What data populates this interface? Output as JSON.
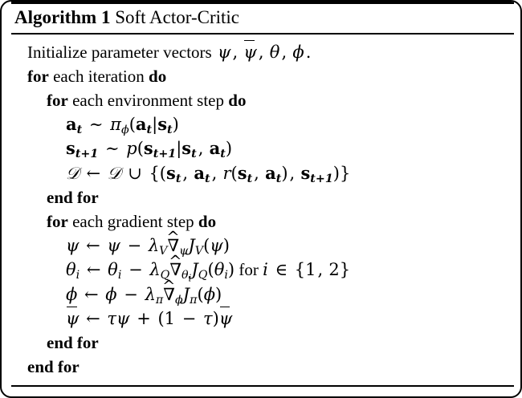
{
  "document": {
    "type": "algorithm-pseudocode-block",
    "title_label": "Algorithm 1",
    "title_name": "Soft Actor-Critic",
    "rules": {
      "top": "thick",
      "after_title": "thin",
      "bottom": "thin"
    }
  },
  "steps": [
    {
      "id": "init",
      "indent": 1,
      "plain_text": "Initialize parameter vectors ψ, ψ̄, θ, φ.",
      "tokens": {
        "lead_keyword": "",
        "text": "Initialize parameter vectors",
        "symbols": "ψ, ψ̄, θ, φ."
      }
    },
    {
      "id": "for-iteration",
      "indent": 1,
      "plain_text": "for each iteration do",
      "tokens": {
        "kw_open": "for",
        "text": "each iteration",
        "kw_close": "do"
      }
    },
    {
      "id": "for-environment-step",
      "indent": 2,
      "plain_text": "for each environment step do",
      "tokens": {
        "kw_open": "for",
        "text": "each environment step",
        "kw_close": "do"
      }
    },
    {
      "id": "sample-action",
      "indent": 3,
      "plain_text": "a_t ~ π_φ(a_t|s_t)"
    },
    {
      "id": "sample-next-state",
      "indent": 3,
      "plain_text": "s_{t+1} ~ p(s_{t+1}|s_t, a_t)"
    },
    {
      "id": "append-replay-buffer",
      "indent": 3,
      "plain_text": "D ← D ∪ {(s_t, a_t, r(s_t, a_t), s_{t+1})}"
    },
    {
      "id": "end-for-environment-step",
      "indent": 2,
      "plain_text": "end for",
      "tokens": {
        "kw_open": "end for"
      }
    },
    {
      "id": "for-gradient-step",
      "indent": 2,
      "plain_text": "for each gradient step do",
      "tokens": {
        "kw_open": "for",
        "text": "each gradient step",
        "kw_close": "do"
      }
    },
    {
      "id": "update-psi",
      "indent": 3,
      "plain_text": "ψ ← ψ − λ_V ∇̂_ψ J_V(ψ)"
    },
    {
      "id": "update-theta",
      "indent": 3,
      "plain_text": "θ_i ← θ_i − λ_Q ∇̂_{θ_i} J_Q(θ_i) for i ∈ {1, 2}"
    },
    {
      "id": "update-phi",
      "indent": 3,
      "plain_text": "φ ← φ − λ_π ∇̂_φ J_π(φ)"
    },
    {
      "id": "update-target-psi",
      "indent": 3,
      "plain_text": "ψ̄ ← τψ + (1 − τ)ψ̄"
    },
    {
      "id": "end-for-gradient-step",
      "indent": 2,
      "plain_text": "end for",
      "tokens": {
        "kw_open": "end for"
      }
    },
    {
      "id": "end-for-iteration",
      "indent": 1,
      "plain_text": "end for",
      "tokens": {
        "kw_open": "end for"
      }
    }
  ],
  "glyphs": {
    "psi": "ψ",
    "psi_bar": "ψ̄",
    "theta": "θ",
    "phi": "ϕ",
    "pi": "π",
    "tau": "τ",
    "lambda": "λ",
    "nabla": "∇",
    "hat": "^",
    "sim": "∼",
    "leftarrow": "←",
    "cup": "∪",
    "in": "∈",
    "minus": "−",
    "plus": "+",
    "mid": "|",
    "calD": "D",
    "J": "J",
    "r": "r",
    "p": "p",
    "a": "a",
    "s": "s",
    "t": "t",
    "i": "i",
    "V": "V",
    "Q": "Q",
    "one": "1",
    "two": "2",
    "for_text": "for"
  },
  "colors": {
    "background": "#ffffff",
    "text": "#000000",
    "rule": "#000000"
  }
}
